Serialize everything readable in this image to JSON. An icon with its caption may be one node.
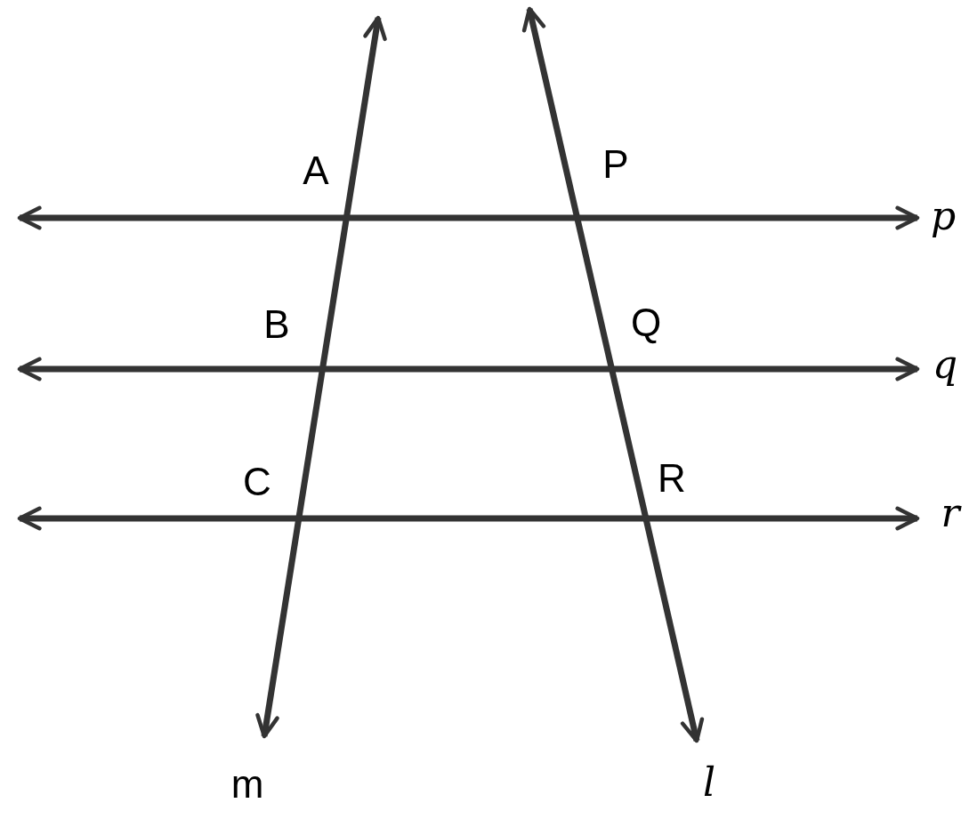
{
  "diagram": {
    "labels": [
      "A",
      "P",
      "p",
      "B",
      "Q",
      "q",
      "C",
      "R",
      "r",
      "m",
      "l"
    ]
  }
}
